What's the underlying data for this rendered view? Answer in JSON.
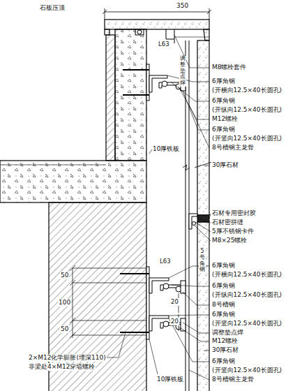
{
  "diagram": {
    "labels": [
      "石板压顶",
      "350",
      "L63",
      "调整垫点焊",
      "M8螺栓套件",
      "6厚角钢",
      "(开横向12.5×40长圆孔)",
      "6厚角钢",
      "(开纵向12.5×40长圆孔)",
      "M12螺栓",
      "6厚角钢",
      "(开竖向12.5×40长圆孔)",
      "8号槽钢主龙骨",
      "10厚铁板",
      "30厚石材",
      "石材专用密封胶",
      "石材密拼缝",
      "5厚不锈钢卡件",
      "M8×25螺栓",
      "5号角钢",
      "L63",
      "6厚角钢",
      "(开横向12.5×40长圆孔)",
      "6厚角钢",
      "(开纵向12.5×40长圆孔)",
      "8号槽钢",
      "6厚角钢",
      "(开竖向12.5×40长圆孔)",
      "调整垫点焊",
      "M12螺栓",
      "30厚石材",
      "6厚角钢",
      "(开竖向12.5×40长圆孔)",
      "8号槽钢主龙骨",
      "50",
      "100",
      "50",
      "20",
      "20",
      "2×M12化学膨胀(埋深110)",
      "非梁处4×M12穿墙螺栓",
      "10厚铁板"
    ]
  }
}
